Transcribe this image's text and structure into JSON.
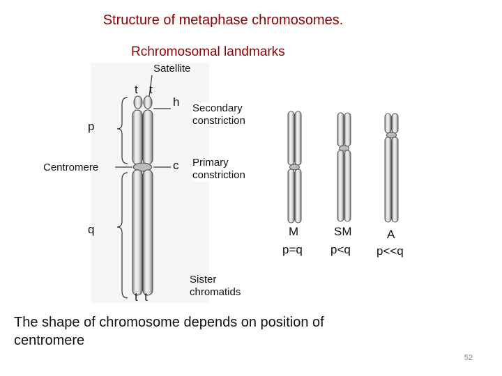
{
  "title": "Structure of metaphase chromosomes.",
  "subtitle": "Rchromosomal landmarks",
  "labels": {
    "satellite": "Satellite",
    "t_top_left": "t",
    "t_top_right": "t",
    "h": "h",
    "p": "p",
    "secondary": "Secondary\nconstriction",
    "centromere": "Centromere",
    "c": "c",
    "primary": "Primary\nconstriction",
    "q": "q",
    "t_bottom": "t  t",
    "sister": "Sister\nchromatids"
  },
  "types": [
    {
      "code": "M",
      "ratio": "p=q"
    },
    {
      "code": "SM",
      "ratio": "p<q"
    },
    {
      "code": "A",
      "ratio": "p<<q"
    }
  ],
  "bottom_text": "The shape of chromosome depends on position of centromere",
  "page_number": "52",
  "colors": {
    "title": "#8b0000",
    "chromosome": "#d9d9d9",
    "outline": "#333333"
  }
}
